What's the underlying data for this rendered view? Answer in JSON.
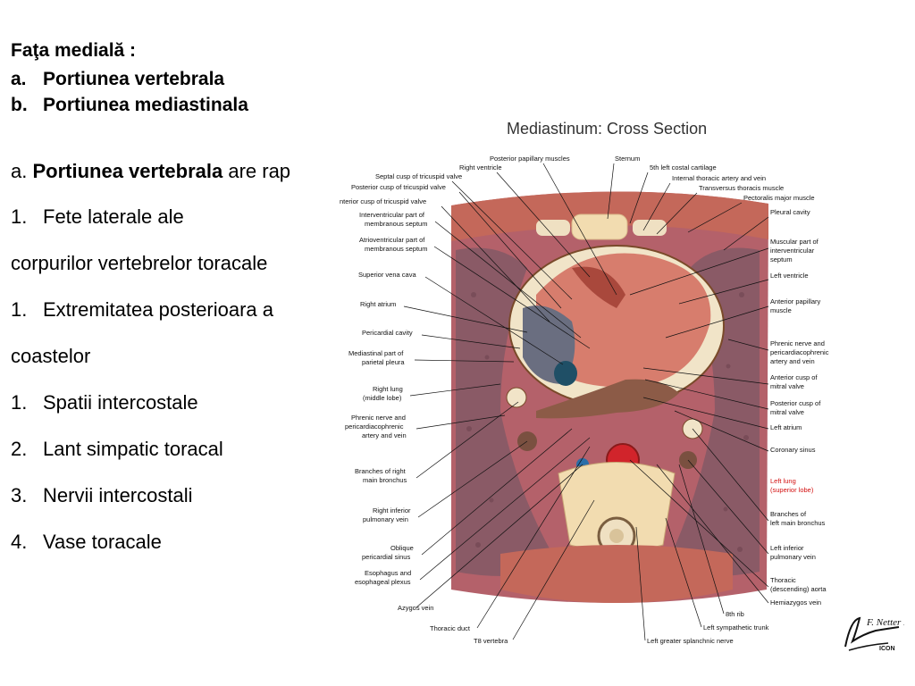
{
  "slide": {
    "heading": "Faţa medială :",
    "list_ab": [
      {
        "marker": "a.",
        "text": "Portiunea vertebrala"
      },
      {
        "marker": "b.",
        "text": "Portiunea mediastinala"
      }
    ],
    "relation": {
      "prefix": "a. ",
      "bold": "Portiunea vertebrala",
      "suffix": " are rap"
    },
    "items": [
      {
        "marker": "1.",
        "text": "Fete laterale ale"
      },
      {
        "marker": "",
        "text": "corpurilor vertebrelor toracale"
      },
      {
        "marker": "1.",
        "text": "Extremitatea posterioara a"
      },
      {
        "marker": "",
        "text": "coastelor"
      },
      {
        "marker": "1.",
        "text": "Spatii intercostale"
      },
      {
        "marker": "2.",
        "text": "Lant simpatic toracal"
      },
      {
        "marker": "3.",
        "text": "Nervii intercostali"
      },
      {
        "marker": "4.",
        "text": "Vase toracale"
      }
    ]
  },
  "figure": {
    "title": "Mediastinum: Cross Section",
    "labels_left": [
      "Posterior papillary muscles",
      "Right ventricle",
      "Septal cusp of tricuspid valve",
      "Posterior cusp of tricuspid valve",
      "Anterior cusp of tricuspid valve",
      "Interventricular part of",
      "membranous septum",
      "Atrioventricular part of",
      "membranous septum",
      "Superior vena cava",
      "Right atrium",
      "Pericardial cavity",
      "Mediastinal part of",
      "parietal pleura",
      "Right lung",
      "(middle lobe)",
      "Phrenic nerve and",
      "pericardiacophrenic",
      "artery and vein",
      "Branches of right",
      "main bronchus",
      "Right inferior",
      "pulmonary vein",
      "Oblique",
      "pericardial sinus",
      "Esophagus and",
      "esophageal plexus",
      "Azygos vein",
      "Thoracic duct",
      "T8 vertebra"
    ],
    "labels_right": [
      "Sternum",
      "5th left costal cartilage",
      "Internal thoracic artery and vein",
      "Transversus thoracis muscle",
      "Pectoralis major muscle",
      "Pleural cavity",
      "Muscular part of",
      "interventricular",
      "septum",
      "Left ventricle",
      "Anterior papillary",
      "muscle",
      "Phrenic nerve and",
      "pericardiacophrenic",
      "artery and vein",
      "Anterior cusp of",
      "mitral valve",
      "Posterior cusp of",
      "mitral valve",
      "Left atrium",
      "Coronary sinus",
      "Left lung",
      "(superior lobe)",
      "Branches of",
      "left main bronchus",
      "Left inferior",
      "pulmonary vein",
      "Thoracic",
      "(descending) aorta",
      "Hemiazygos vein",
      "8th rib",
      "Left sympathetic trunk",
      "Left greater splanchnic nerve"
    ],
    "signature": "F. Netter M.D.",
    "signature_mark": "ICON",
    "colors": {
      "highlight_label": "#d31010",
      "muscle": "#c4685a",
      "lung": "#8a5a66",
      "bone": "#f2dcb0"
    }
  }
}
